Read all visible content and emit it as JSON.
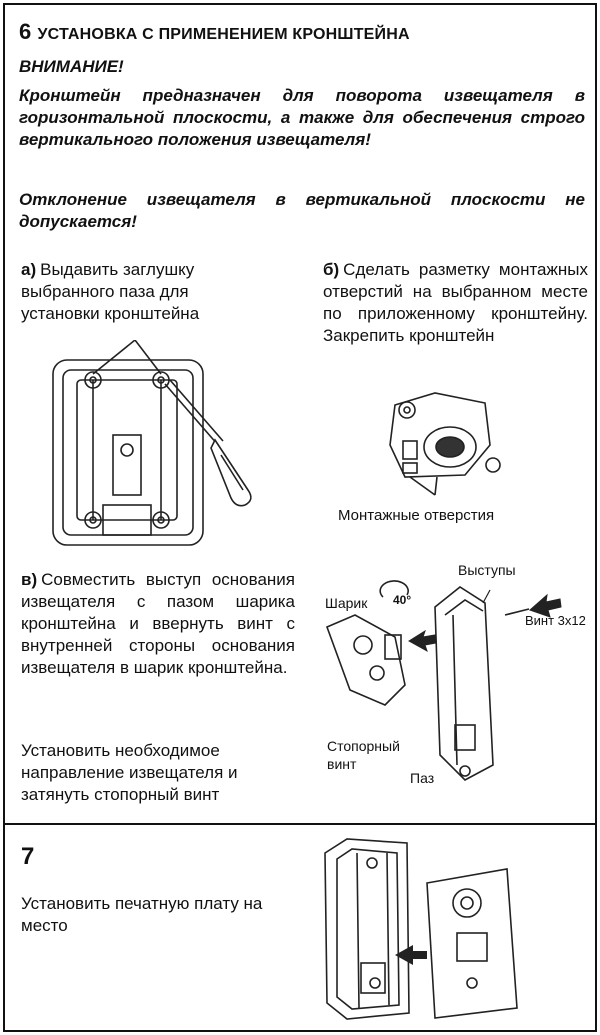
{
  "section6": {
    "number": "6",
    "title": "УСТАНОВКА  С ПРИМЕНЕНИЕМ КРОНШТЕЙНА",
    "warning_title": "ВНИМАНИЕ!",
    "warning_text": "Кронштейн предназначен для поворота извещателя в горизонтальной плоскости, а также для обеспечения строго вертикального положения извещателя!",
    "warning_text2": "Отклонение извещателя в вертикальной плоскости не допускается!",
    "step_a": {
      "label": "а)",
      "text": "Выдавить заглушку выбранного паза для установки кронштейна"
    },
    "step_b": {
      "label": "б)",
      "text": "Сделать разметку монтажных отверстий на выбранном месте по приложенному кронштейну. Закрепить кронштейн"
    },
    "step_c": {
      "label": "в)",
      "text": "Совместить выступ основания извещателя с пазом шарика кронштейна и ввернуть винт с внутренней стороны основания извещателя в шарик кронштейна."
    },
    "step_c2": {
      "text": "Установить необходимое направление извещателя и затянуть стопорный винт"
    },
    "fig_b_caption": "Монтажные  отверстия",
    "fig_c_labels": {
      "ball": "Шарик",
      "angle": "40°",
      "protrusions": "Выступы",
      "screw": "Винт 3х12",
      "stop_screw_line1": "Стопорный",
      "stop_screw_line2": "винт",
      "groove": "Паз"
    }
  },
  "section7": {
    "number": "7",
    "text": "Установить печатную плату на место"
  }
}
